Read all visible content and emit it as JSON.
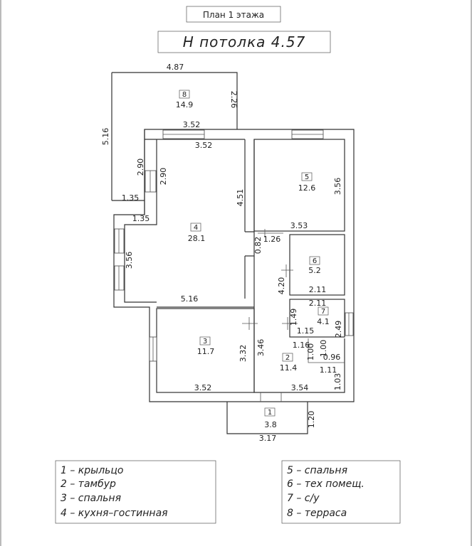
{
  "header": {
    "plan_title": "План 1 этажа",
    "ceiling_height": "Н потолка 4.57"
  },
  "rooms": [
    {
      "no": "1",
      "area": "3.8"
    },
    {
      "no": "2",
      "area": "11.4"
    },
    {
      "no": "3",
      "area": "11.7"
    },
    {
      "no": "4",
      "area": "28.1"
    },
    {
      "no": "5",
      "area": "12.6"
    },
    {
      "no": "6",
      "area": "5.2"
    },
    {
      "no": "7",
      "area": "4.1"
    },
    {
      "no": "8",
      "area": "14.9"
    }
  ],
  "dimensions": {
    "terrace_top": "4.87",
    "terrace_left": "5.16",
    "terrace_right": "2.26",
    "terrace_bottom": "3.52",
    "kitchen_top": "3.52",
    "kitchen_notch_a": "2.90",
    "kitchen_notch_b": "2.90",
    "kitchen_step_a": "1.35",
    "kitchen_step_b": "1.35",
    "kitchen_right": "4.51",
    "kitchen_left": "3.56",
    "kitchen_bottom": "5.16",
    "bed5_right": "3.56",
    "bed5_bottom": "3.53",
    "small_a": "0.82",
    "small_b": "1.26",
    "tech_left": "4.20",
    "tech_bottom": "2.11",
    "wc_top": "2.11",
    "wc_left": "1.49",
    "wc_bottom": "1.15",
    "wc_right": "2.49",
    "vest_a": "1.16",
    "vest_b": "1.00",
    "vest_c": "1.00",
    "vest_d": "0.96",
    "vest_e": "1.11",
    "vest_f": "1.03",
    "bed3_right": "3.32",
    "bed3_bottom": "3.52",
    "vest_left": "3.46",
    "vest_bottom": "3.54",
    "porch_right": "1.20",
    "porch_bottom": "3.17"
  },
  "legend": {
    "left": [
      "1  –  крыльцо",
      "2  –  тамбур",
      "3  –  спальня",
      "4  –  кухня–гостинная"
    ],
    "right": [
      "5  –  спальня",
      "6  –  тех помещ.",
      "7  –  с/у",
      "8  –  терраса"
    ]
  }
}
